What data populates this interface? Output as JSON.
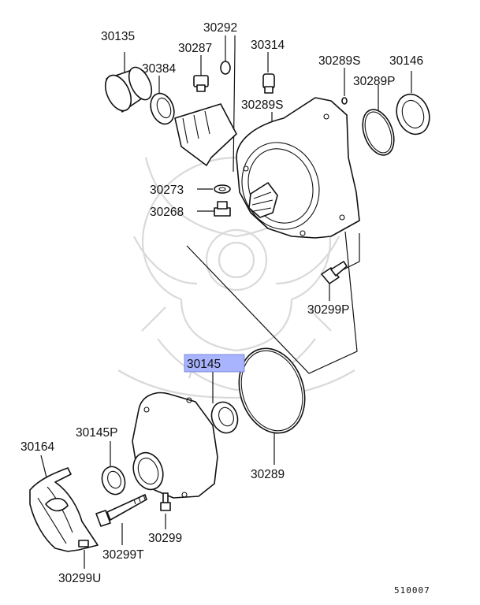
{
  "diagram": {
    "labels": {
      "p30135": "30135",
      "p30292": "30292",
      "p30287": "30287",
      "p30314": "30314",
      "p30384": "30384",
      "p30289S_top": "30289S",
      "p30146": "30146",
      "p30289P": "30289P",
      "p30289S_mid": "30289S",
      "p30273": "30273",
      "p30268": "30268",
      "p30299P": "30299P",
      "p30145": "30145",
      "p30145P": "30145P",
      "p30164": "30164",
      "p30289": "30289",
      "p30299": "30299",
      "p30299T": "30299T",
      "p30299U": "30299U"
    },
    "highlight_color": "#a9b4ff",
    "diagram_code": "510007"
  }
}
